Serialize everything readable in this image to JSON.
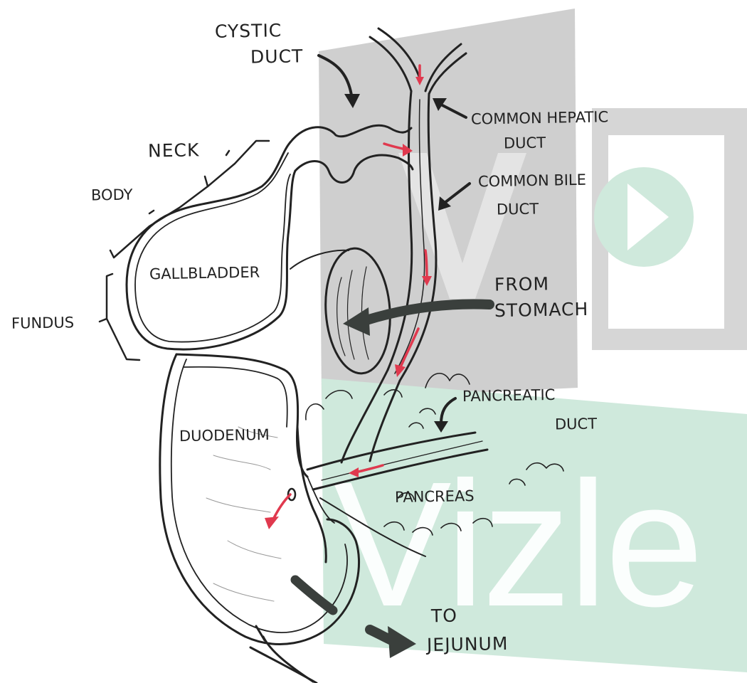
{
  "labels": {
    "cystic_duct_line1": "CYSTIC",
    "cystic_duct_line2": "DUCT",
    "common_hepatic_line1": "COMMON HEPATIC",
    "common_hepatic_line2": "DUCT",
    "common_bile_line1": "COMMON BILE",
    "common_bile_line2": "DUCT",
    "neck": "NECK",
    "body": "BODY",
    "gallbladder": "GALLBLADDER",
    "fundus": "FUNDUS",
    "from_stomach_line1": "FROM",
    "from_stomach_line2": "STOMACH",
    "pancreatic_duct_line1": "PANCREATIC",
    "pancreatic_duct_line2": "DUCT",
    "duodenum": "DUODENUM",
    "pancreas": "PANCREAS",
    "to_jejunum_line1": "TO",
    "to_jejunum_line2": "JEJUNUM"
  },
  "watermark": {
    "word": "Vizle"
  },
  "colors": {
    "ink": "#222222",
    "bile_arrow": "#e0394e",
    "watermark_gray": "#cfcfcf",
    "watermark_green": "#cfe9dc"
  }
}
